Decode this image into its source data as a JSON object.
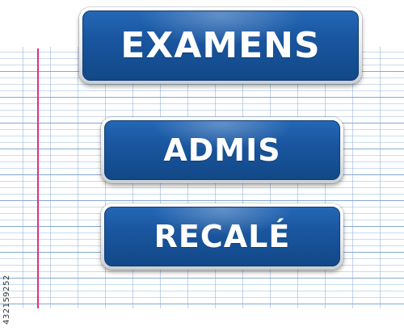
{
  "signs": {
    "examens": "EXAMENS",
    "admis": "ADMIS",
    "recale": "RECALÉ"
  },
  "watermark": {
    "id_text": "432159252"
  },
  "colors": {
    "sign_blue": "#1a56a0",
    "sign_border": "#e9ecef",
    "paper_lines": "#78a0d2",
    "margin_line": "#e0307a"
  }
}
